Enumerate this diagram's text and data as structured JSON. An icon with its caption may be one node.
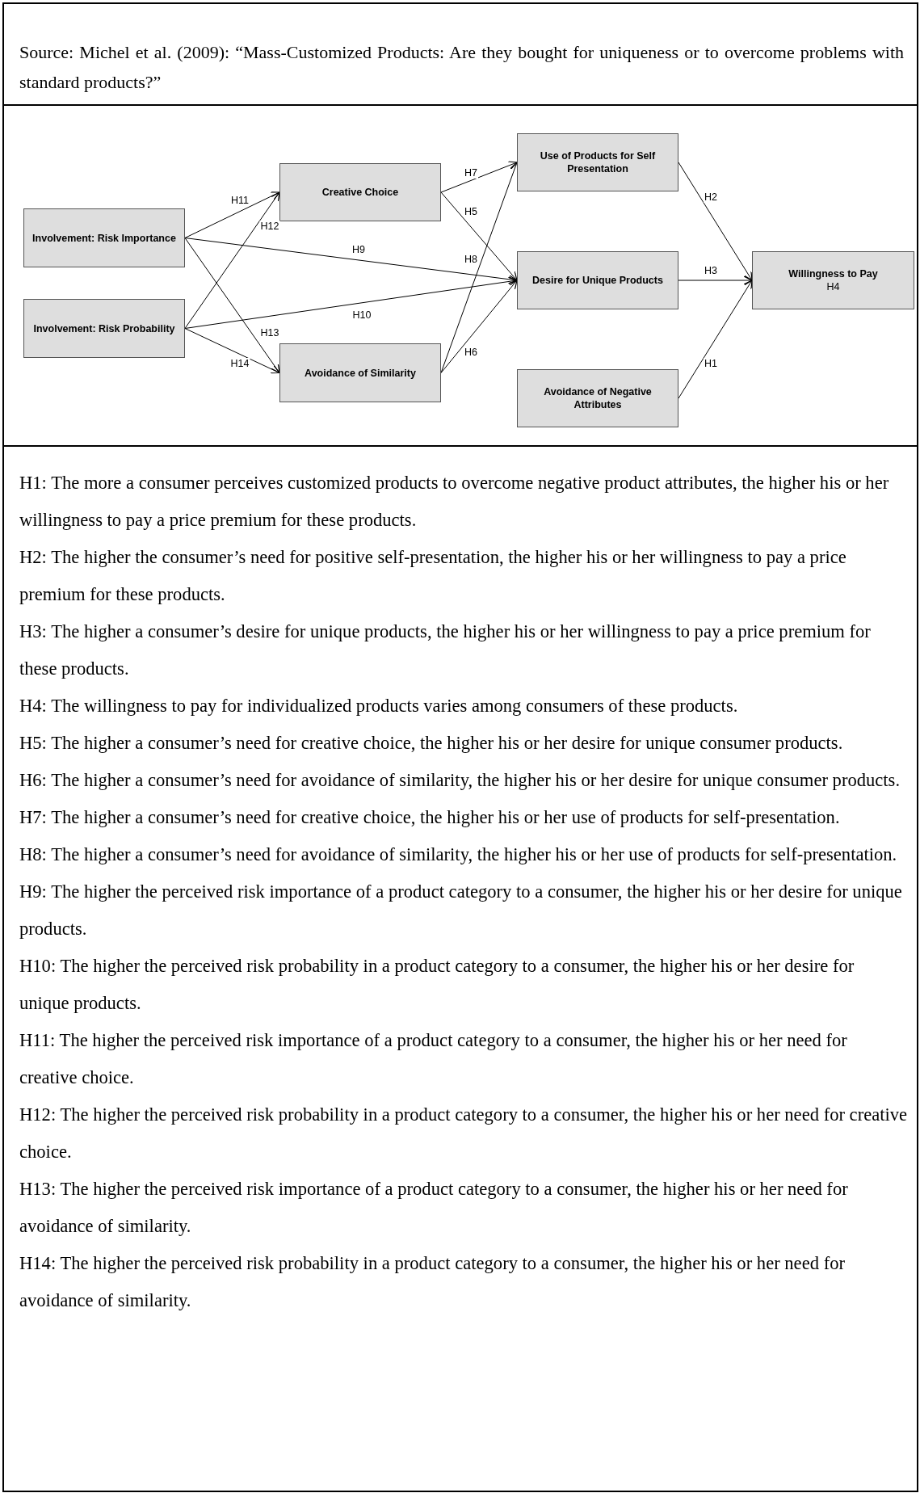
{
  "diagram": {
    "title": "Source: Michel et al. (2009): “Mass-Customized Products: Are they bought for uniqueness or to overcome problems with standard products?”",
    "nodes": [
      {
        "text": [
          "Involvement: Risk Importance"
        ]
      },
      {
        "text": [
          "Involvement: Risk Probability"
        ]
      },
      {
        "text": [
          "Creative Choice"
        ]
      },
      {
        "text": [
          "Avoidance of Similarity"
        ]
      },
      {
        "text": [
          "Use of Products for Self Presentation"
        ]
      },
      {
        "text": [
          "Desire for Unique Products"
        ]
      },
      {
        "text": [
          "Avoidance of Negative Attributes"
        ]
      },
      {
        "text": [
          "Willingness to Pay",
          "H4"
        ]
      }
    ],
    "edges": [
      {
        "from": 0,
        "to": 2,
        "arrow": "to",
        "label": "H11"
      },
      {
        "from": 1,
        "to": 2,
        "arrow": "to",
        "label": "H12"
      },
      {
        "from": 0,
        "to": 5,
        "arrow": "to",
        "label": "H9"
      },
      {
        "from": 0,
        "to": 3,
        "arrow": "to",
        "label": "H13"
      },
      {
        "from": 1,
        "to": 5,
        "arrow": "to",
        "label": "H10"
      },
      {
        "from": 1,
        "to": 3,
        "arrow": "to",
        "label": "H14"
      },
      {
        "from": 2,
        "to": 4,
        "arrow": "to",
        "label": "H7"
      },
      {
        "from": 2,
        "to": 5,
        "arrow": "to",
        "label": "H5"
      },
      {
        "from": 3,
        "to": 4,
        "arrow": "to",
        "label": "H8"
      },
      {
        "from": 3,
        "to": 5,
        "arrow": "to",
        "label": "H6"
      },
      {
        "from": 4,
        "to": 7,
        "arrow": "to",
        "label": "H2"
      },
      {
        "from": 5,
        "to": 7,
        "arrow": "to",
        "label": "H3"
      },
      {
        "from": 6,
        "to": 7,
        "arrow": "to",
        "label": "H1"
      }
    ],
    "labels": [
      "H1: The more a consumer perceives customized products to overcome negative product attributes, the higher his or her willingness to pay a price premium for these products.",
      "H2: The higher the consumer’s need for positive self-presentation, the higher his or her willingness to pay a price premium for these products.",
      "H3: The higher a consumer’s desire for unique products, the higher his or her willingness to pay a price premium for these products.",
      "H4: The willingness to pay for individualized products varies among consumers of these products.",
      "H5: The higher a consumer’s need for creative choice, the higher his or her desire for unique consumer products.",
      "H6: The higher a consumer’s need for avoidance of similarity, the higher his or her desire for unique consumer products.",
      "H7: The higher a consumer’s need for creative choice, the higher his or her use of products for self-presentation.",
      "H8: The higher a consumer’s need for avoidance of similarity, the higher his or her use of products for self-presentation.",
      "H9: The higher the perceived risk importance of a product category to a consumer, the higher his or her desire for unique products.",
      "H10: The higher the perceived risk probability in a product category to a consumer, the higher his or her desire for unique products.",
      "H11: The higher the perceived risk importance of a product category to a consumer, the higher his or her need for creative choice.",
      "H12: The higher the perceived risk probability in a product category to a consumer, the higher his or her need for creative choice.",
      "H13: The higher the perceived risk importance of a product category to a consumer, the higher his or her need for avoidance of similarity.",
      "H14: The higher the perceived risk probability in a product category to a consumer, the higher his or her need for avoidance of similarity."
    ]
  }
}
